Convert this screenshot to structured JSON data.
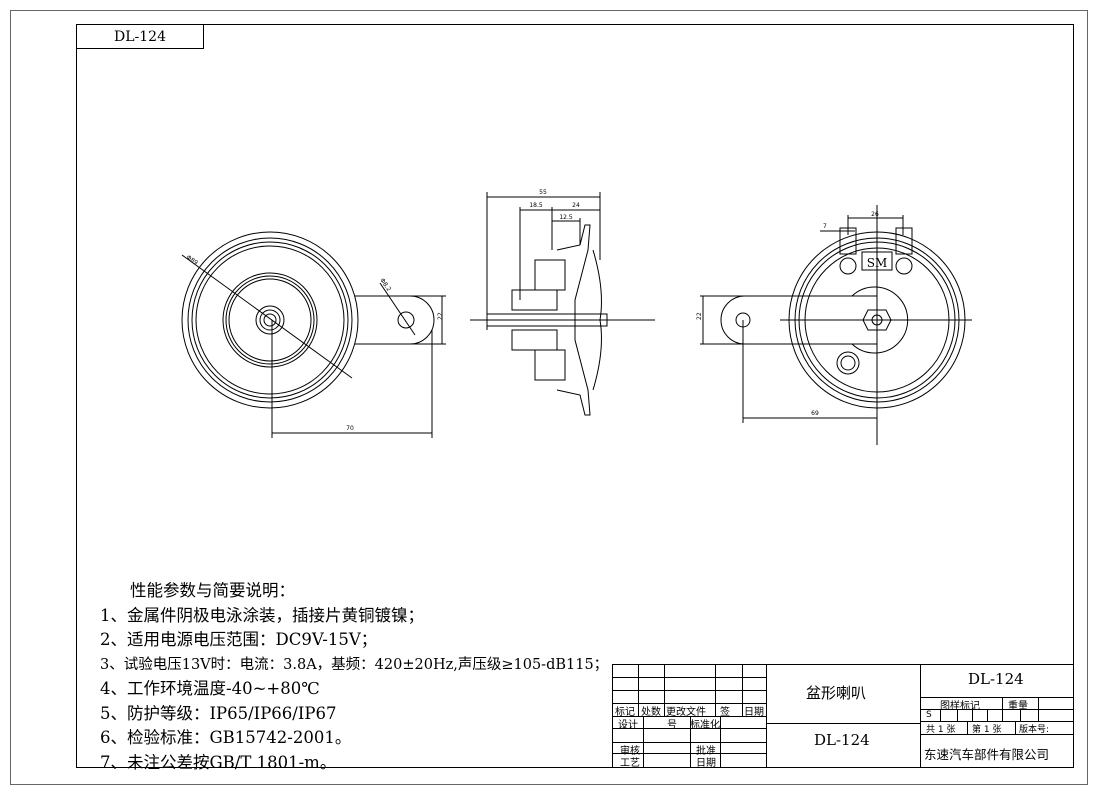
{
  "drawing_number": "DL-124",
  "front_view": {
    "diameter_label": "Φ89",
    "hole_label": "Φ8.2",
    "height_dim": "22",
    "length_dim": "70"
  },
  "side_view": {
    "total_dim": "55",
    "dim_a": "18.5",
    "dim_b": "24",
    "dim_c": "12.5"
  },
  "rear_view": {
    "terminal_width": "7",
    "terminal_spacing": "26",
    "logo": "SM",
    "height_dim": "22",
    "length_dim": "69"
  },
  "notes": {
    "heading": "性能参数与简要说明：",
    "items": [
      "1、金属件阴极电泳涂装，插接片黄铜镀镍；",
      "2、适用电源电压范围：DC9V-15V；",
      "3、试验电压13V时：电流：3.8A，基频：420±20Hz,声压级≥105-dB115；",
      "4、工作环境温度-40~+80℃",
      "5、防护等级：IP65/IP66/IP67",
      "6、检验标准：GB15742-2001。",
      "7、未注公差按GB/T 1801-m。"
    ]
  },
  "title_block": {
    "part_name": "盆形喇叭",
    "part_number": "DL-124",
    "drawing_number": "DL-124",
    "labels": {
      "mark": "标记",
      "count": "处数",
      "change_doc": "更改文件",
      "sign": "签",
      "date": "日期",
      "design": "设计",
      "no": "号",
      "standardize": "标准化",
      "review": "审核",
      "approve": "批准",
      "process": "工艺",
      "date2": "日期",
      "pattern_mark": "图样标记",
      "weight": "重量",
      "s": "S",
      "total_sheets": "共 1 张",
      "sheet_no": "第 1 张",
      "version": "版本号:"
    },
    "company": "东速汽车部件有限公司"
  }
}
